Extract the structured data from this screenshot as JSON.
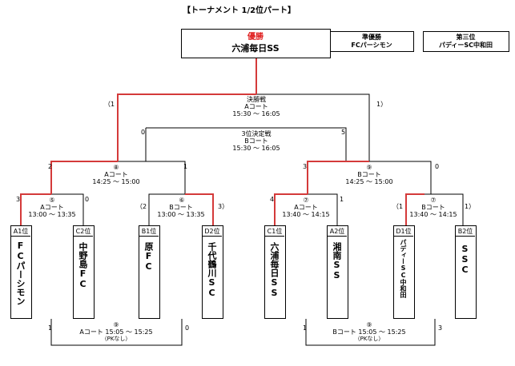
{
  "header": {
    "title": "【トーナメント 1/2位パート】"
  },
  "winner": {
    "label": "優勝",
    "name": "六浦毎日SS"
  },
  "runner_up": {
    "label": "準優勝",
    "name": "FCパーシモン"
  },
  "third": {
    "label": "第三位",
    "name": "パディーSC中和田"
  },
  "colors": {
    "win_line": "#d43a3a",
    "winner_label": "#e02020"
  },
  "final": {
    "title": "決勝戦",
    "court": "Aコート",
    "time": "15:30 〜 16:05",
    "score_left": "（1",
    "score_right": "1）"
  },
  "third_place": {
    "title": "3位決定戦",
    "court": "Bコート",
    "time": "15:30 〜 16:05",
    "score_left": "0",
    "score_right": "5"
  },
  "semi_left": {
    "no": "⑧",
    "court": "Aコート",
    "time": "14:25 〜 15:00",
    "score_left": "2",
    "score_right": "1"
  },
  "semi_right": {
    "no": "⑨",
    "court": "Bコート",
    "time": "14:25 〜 15:00",
    "score_left": "3",
    "score_right": "0"
  },
  "qf1": {
    "no": "⑤",
    "court": "Aコート",
    "time": "13:00 〜 13:35",
    "score_left": "3",
    "score_right": "0"
  },
  "qf2": {
    "no": "⑥",
    "court": "Bコート",
    "time": "13:00 〜 13:35",
    "score_left": "（2",
    "score_right": "3）"
  },
  "qf3": {
    "no": "⑦",
    "court": "Aコート",
    "time": "13:40 〜 14:15",
    "score_left": "4",
    "score_right": "1"
  },
  "qf4": {
    "no": "⑦",
    "court": "Bコート",
    "time": "13:40 〜 14:15",
    "score_left": "（1",
    "score_right": "1）"
  },
  "teams": [
    {
      "seed": "A1位",
      "name": "FCパーシモン"
    },
    {
      "seed": "C2位",
      "name": "中野島FC"
    },
    {
      "seed": "B1位",
      "name": "原FC"
    },
    {
      "seed": "D2位",
      "name": "千代鶴川SC"
    },
    {
      "seed": "C1位",
      "name": "六浦毎日SS"
    },
    {
      "seed": "A2位",
      "name": "湘南SS"
    },
    {
      "seed": "D1位",
      "name": "パディーSC中和田"
    },
    {
      "seed": "B2位",
      "name": "SSC"
    }
  ],
  "bottom_left": {
    "no": "⑨",
    "court": "Aコート",
    "time": "15:05 〜 15:25",
    "note": "（PKなし）",
    "score_left": "1",
    "score_right": "0"
  },
  "bottom_right": {
    "no": "⑨",
    "court": "Bコート",
    "time": "15:05 〜 15:25",
    "note": "（PKなし）",
    "score_left": "1",
    "score_right": "3"
  }
}
